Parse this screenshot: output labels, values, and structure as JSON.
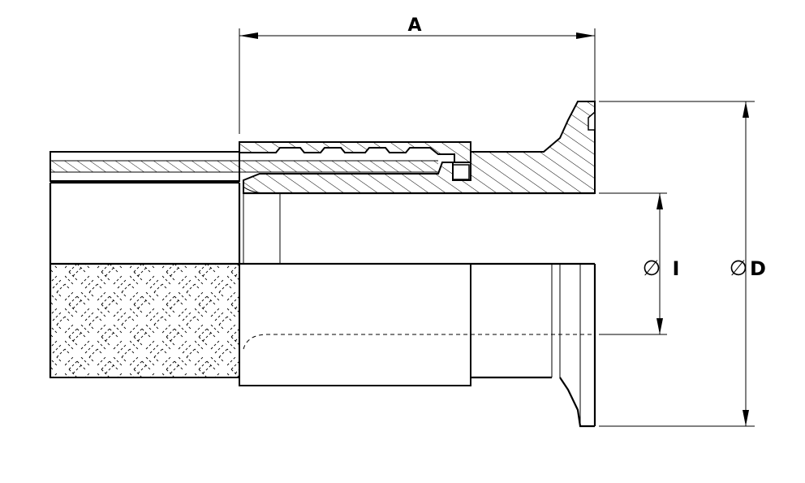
{
  "dimensions": {
    "length_label": "A",
    "inner_diameter_symbol": "∅",
    "inner_diameter_label": "I",
    "outer_diameter_symbol": "∅",
    "outer_diameter_label": "D"
  },
  "colors": {
    "line": "#000000",
    "background": "#ffffff"
  }
}
